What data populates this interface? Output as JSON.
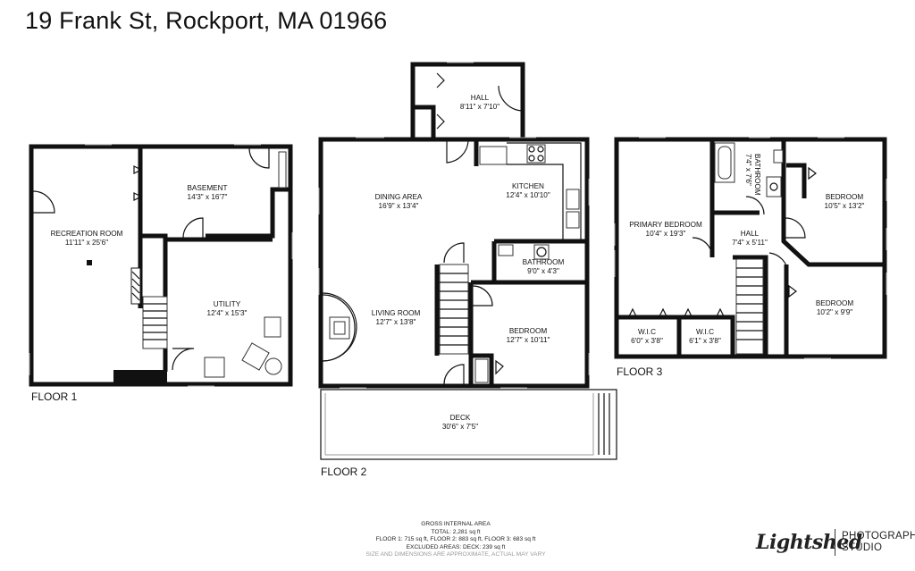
{
  "header": {
    "title": "19 Frank St, Rockport, MA 01966"
  },
  "floors": {
    "floor1": "FLOOR 1",
    "floor2": "FLOOR 2",
    "floor3": "FLOOR 3"
  },
  "rooms": {
    "recreation_room": {
      "name": "RECREATION ROOM",
      "dim": "11'11\" x 25'6\""
    },
    "basement": {
      "name": "BASEMENT",
      "dim": "14'3\" x 16'7\""
    },
    "utility": {
      "name": "UTILITY",
      "dim": "12'4\" x 15'3\""
    },
    "hall2": {
      "name": "HALL",
      "dim": "8'11\" x 7'10\""
    },
    "dining_area": {
      "name": "DINING AREA",
      "dim": "16'9\" x 13'4\""
    },
    "kitchen": {
      "name": "KITCHEN",
      "dim": "12'4\" x 10'10\""
    },
    "bathroom2": {
      "name": "BATHROOM",
      "dim": "9'0\" x 4'3\""
    },
    "living_room": {
      "name": "LIVING ROOM",
      "dim": "12'7\" x 13'8\""
    },
    "bedroom2": {
      "name": "BEDROOM",
      "dim": "12'7\" x 10'11\""
    },
    "deck": {
      "name": "DECK",
      "dim": "30'6\" x 7'5\""
    },
    "primary_bedroom": {
      "name": "PRIMARY BEDROOM",
      "dim": "10'4\" x 19'3\""
    },
    "bathroom3": {
      "name": "BATHROOM",
      "dim": "7'4\" x 7'6\""
    },
    "bedroom3a": {
      "name": "BEDROOM",
      "dim": "10'5\" x 13'2\""
    },
    "hall3": {
      "name": "HALL",
      "dim": "7'4\" x 5'11\""
    },
    "bedroom3b": {
      "name": "BEDROOM",
      "dim": "10'2\" x 9'9\""
    },
    "wic1": {
      "name": "W.I.C",
      "dim": "6'0\" x 3'8\""
    },
    "wic2": {
      "name": "W.I.C",
      "dim": "6'1\" x 3'8\""
    }
  },
  "footer": {
    "line1": "GROSS INTERNAL AREA",
    "line2": "TOTAL: 2,281 sq ft",
    "line3": "FLOOR 1: 715 sq ft, FLOOR 2: 883 sq ft, FLOOR 3: 683 sq ft",
    "line4": "EXCLUDED AREAS: DECK: 239 sq ft",
    "line5": "SIZE AND DIMENSIONS ARE APPROXIMATE, ACTUAL MAY VARY"
  },
  "logo": {
    "signature": "Lightshed",
    "line1": "PHOTOGRAPHY",
    "line2": "STUDIO"
  }
}
